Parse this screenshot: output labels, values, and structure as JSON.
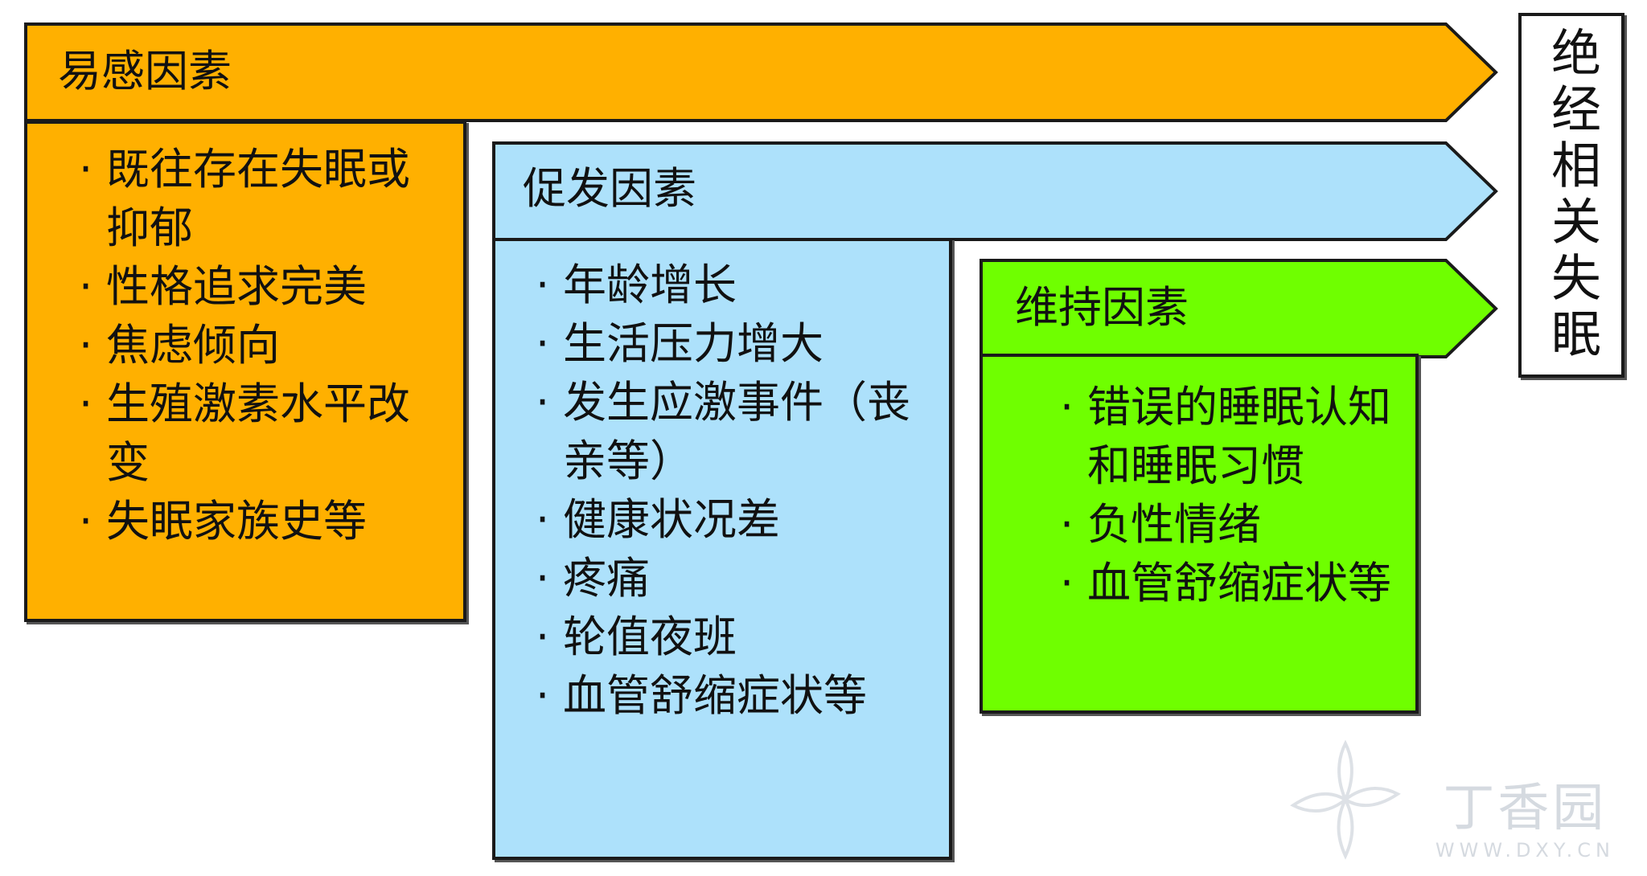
{
  "colors": {
    "predisposing": "#FFB000",
    "precipitating": "#ADE1FB",
    "perpetuating": "#6FFF00",
    "outline": "#1a1a1a"
  },
  "predisposing": {
    "title": "易感因素",
    "items": [
      "既往存在失眠或抑郁",
      "性格追求完美",
      "焦虑倾向",
      "生殖激素水平改变",
      "失眠家族史等"
    ]
  },
  "precipitating": {
    "title": "促发因素",
    "items": [
      "年龄增长",
      "生活压力增大",
      "发生应激事件（丧亲等）",
      "健康状况差",
      "疼痛",
      "轮值夜班",
      "血管舒缩症状等"
    ]
  },
  "perpetuating": {
    "title": "维持因素",
    "items": [
      "错误的睡眠认知和睡眠习惯",
      "负性情绪",
      "血管舒缩症状等"
    ]
  },
  "outcome": {
    "label": "绝经相关失眠"
  },
  "watermark": {
    "brand": "丁香园",
    "url": "WWW.DXY.CN",
    "icon": "flower-icon"
  }
}
